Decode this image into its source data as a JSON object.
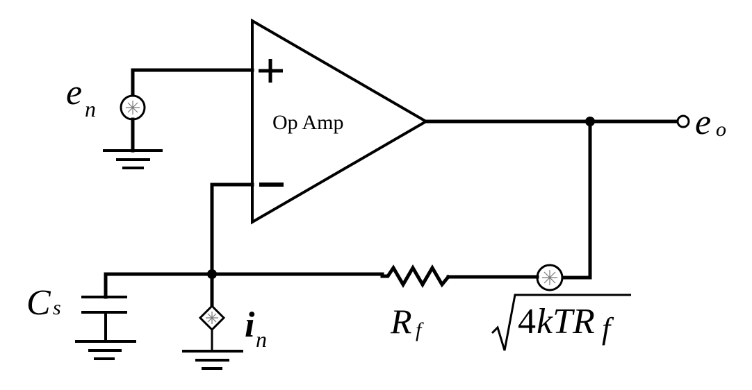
{
  "diagram": {
    "type": "op-amp noise model schematic",
    "opamp": {
      "label": "Op Amp",
      "plus_sign": "+",
      "minus_sign": "−"
    },
    "labels": {
      "en_main": "e",
      "en_sub": "n",
      "eo_main": "e",
      "eo_sub": "o",
      "cs_main": "C",
      "cs_sub": "s",
      "in_main": "i",
      "in_sub": "n",
      "rf_main": "R",
      "rf_sub": "f",
      "thermal_noise": "4kTR",
      "thermal_noise_sub": "f"
    },
    "components": [
      {
        "id": "en",
        "kind": "voltage-noise-source",
        "label": "e_n"
      },
      {
        "id": "opamp",
        "kind": "op-amp",
        "label": "Op Amp"
      },
      {
        "id": "Cs",
        "kind": "capacitor",
        "label": "C_s"
      },
      {
        "id": "in",
        "kind": "current-noise-source",
        "label": "i_n"
      },
      {
        "id": "Rf",
        "kind": "resistor",
        "label": "R_f"
      },
      {
        "id": "vRf",
        "kind": "voltage-noise-source",
        "label": "sqrt(4kTR_f)"
      },
      {
        "id": "eo",
        "kind": "output-terminal",
        "label": "e_o"
      }
    ],
    "colors": {
      "stroke": "#000000",
      "background": "#ffffff",
      "source_glyph": "#777777"
    }
  }
}
